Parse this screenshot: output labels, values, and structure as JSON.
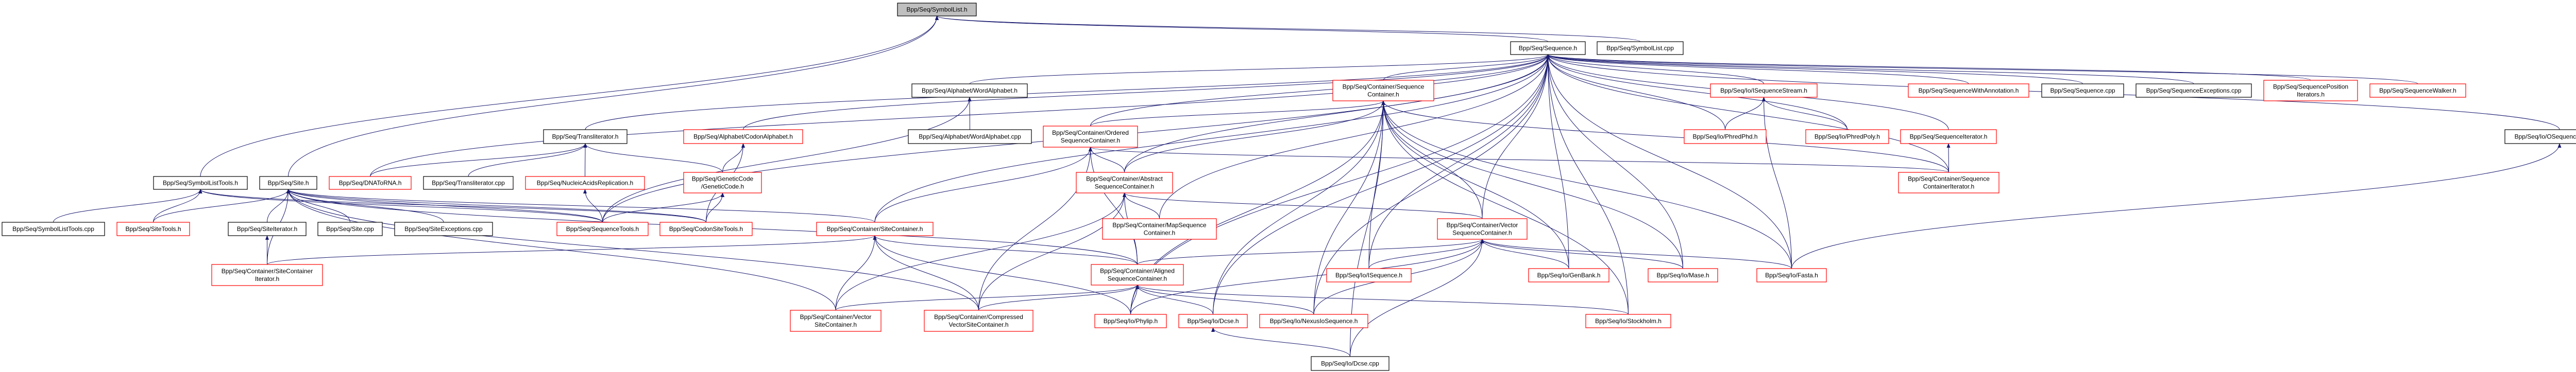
{
  "colors": {
    "edge": "#191970",
    "root_fill": "#bfbfbf",
    "border_default": "#000000",
    "border_truncated": "#ff0000",
    "node_fill": "#ffffff"
  },
  "nodes": [
    {
      "lines": [
        "Bpp/Seq/SymbolList.h"
      ],
      "kind": "root"
    },
    {
      "lines": [
        "Bpp/Seq/Sequence.h"
      ],
      "kind": "normal"
    },
    {
      "lines": [
        "Bpp/Seq/SymbolList.cpp"
      ],
      "kind": "normal"
    },
    {
      "lines": [
        "Bpp/Seq/SymbolListTools.h"
      ],
      "kind": "normal"
    },
    {
      "lines": [
        "Bpp/Seq/Site.h"
      ],
      "kind": "normal"
    },
    {
      "lines": [
        "Bpp/Seq/DNAToRNA.h"
      ],
      "kind": "truncated"
    },
    {
      "lines": [
        "Bpp/Seq/Transliterator.cpp"
      ],
      "kind": "normal"
    },
    {
      "lines": [
        "Bpp/Seq/SymbolListTools.cpp"
      ],
      "kind": "normal"
    },
    {
      "lines": [
        "Bpp/Seq/SiteTools.h"
      ],
      "kind": "truncated"
    },
    {
      "lines": [
        "Bpp/Seq/SiteIterator.h"
      ],
      "kind": "normal"
    },
    {
      "lines": [
        "Bpp/Seq/Site.cpp"
      ],
      "kind": "normal"
    },
    {
      "lines": [
        "Bpp/Seq/SiteExceptions.cpp"
      ],
      "kind": "normal"
    },
    {
      "lines": [
        "Bpp/Seq/Container/SiteContainer",
        "Iterator.h"
      ],
      "kind": "truncated"
    },
    {
      "lines": [
        "Bpp/Seq/Transliterator.h"
      ],
      "kind": "normal"
    },
    {
      "lines": [
        "Bpp/Seq/Alphabet/CodonAlphabet.h"
      ],
      "kind": "truncated"
    },
    {
      "lines": [
        "Bpp/Seq/NucleicAcidsReplication.h"
      ],
      "kind": "truncated"
    },
    {
      "lines": [
        "Bpp/Seq/GeneticCode",
        "/GeneticCode.h"
      ],
      "kind": "truncated"
    },
    {
      "lines": [
        "Bpp/Seq/SequenceTools.h"
      ],
      "kind": "truncated"
    },
    {
      "lines": [
        "Bpp/Seq/CodonSiteTools.h"
      ],
      "kind": "truncated"
    },
    {
      "lines": [
        "Bpp/Seq/Container/SiteContainer.h"
      ],
      "kind": "truncated"
    },
    {
      "lines": [
        "Bpp/Seq/Container/Vector",
        "SiteContainer.h"
      ],
      "kind": "truncated"
    },
    {
      "lines": [
        "Bpp/Seq/Alphabet/WordAlphabet.h"
      ],
      "kind": "normal"
    },
    {
      "lines": [
        "Bpp/Seq/Alphabet/WordAlphabet.cpp"
      ],
      "kind": "normal"
    },
    {
      "lines": [
        "Bpp/Seq/Container/Ordered",
        "SequenceContainer.h"
      ],
      "kind": "truncated"
    },
    {
      "lines": [
        "Bpp/Seq/Container/Abstract",
        "SequenceContainer.h"
      ],
      "kind": "truncated"
    },
    {
      "lines": [
        "Bpp/Seq/Container/MapSequence",
        "Container.h"
      ],
      "kind": "truncated"
    },
    {
      "lines": [
        "Bpp/Seq/Container/Aligned",
        "SequenceContainer.h"
      ],
      "kind": "truncated"
    },
    {
      "lines": [
        "Bpp/Seq/Container/Compressed",
        "VectorSiteContainer.h"
      ],
      "kind": "truncated"
    },
    {
      "lines": [
        "Bpp/Seq/Io/Phylip.h"
      ],
      "kind": "truncated"
    },
    {
      "lines": [
        "Bpp/Seq/Io/Dcse.h"
      ],
      "kind": "truncated"
    },
    {
      "lines": [
        "Bpp/Seq/Io/NexusIoSequence.h"
      ],
      "kind": "truncated"
    },
    {
      "lines": [
        "Bpp/Seq/Container/Sequence",
        "Container.h"
      ],
      "kind": "truncated"
    },
    {
      "lines": [
        "Bpp/Seq/Container/Vector",
        "SequenceContainer.h"
      ],
      "kind": "truncated"
    },
    {
      "lines": [
        "Bpp/Seq/Io/ISequence.h"
      ],
      "kind": "truncated"
    },
    {
      "lines": [
        "Bpp/Seq/Io/GenBank.h"
      ],
      "kind": "truncated"
    },
    {
      "lines": [
        "Bpp/Seq/Io/Mase.h"
      ],
      "kind": "truncated"
    },
    {
      "lines": [
        "Bpp/Seq/Io/Stockholm.h"
      ],
      "kind": "truncated"
    },
    {
      "lines": [
        "Bpp/Seq/Io/Dcse.cpp"
      ],
      "kind": "normal"
    },
    {
      "lines": [
        "Bpp/Seq/Io/ISequenceStream.h"
      ],
      "kind": "truncated"
    },
    {
      "lines": [
        "Bpp/Seq/Io/PhredPhd.h"
      ],
      "kind": "truncated"
    },
    {
      "lines": [
        "Bpp/Seq/Io/PhredPoly.h"
      ],
      "kind": "truncated"
    },
    {
      "lines": [
        "Bpp/Seq/SequenceIterator.h"
      ],
      "kind": "truncated"
    },
    {
      "lines": [
        "Bpp/Seq/Container/Sequence",
        "ContainerIterator.h"
      ],
      "kind": "truncated"
    },
    {
      "lines": [
        "Bpp/Seq/Io/Fasta.h"
      ],
      "kind": "truncated"
    },
    {
      "lines": [
        "Bpp/Seq/SequenceWithAnnotation.h"
      ],
      "kind": "truncated"
    },
    {
      "lines": [
        "Bpp/Seq/Sequence.cpp"
      ],
      "kind": "normal"
    },
    {
      "lines": [
        "Bpp/Seq/SequenceExceptions.cpp"
      ],
      "kind": "normal"
    },
    {
      "lines": [
        "Bpp/Seq/SequencePosition",
        "Iterators.h"
      ],
      "kind": "truncated"
    },
    {
      "lines": [
        "Bpp/Seq/SequenceWalker.h"
      ],
      "kind": "truncated"
    },
    {
      "lines": [
        "Bpp/Seq/Io/OSequenceStream.h"
      ],
      "kind": "normal"
    }
  ],
  "edges": [
    [
      1,
      0
    ],
    [
      2,
      0
    ],
    [
      3,
      0
    ],
    [
      4,
      0
    ],
    [
      5,
      1
    ],
    [
      13,
      1
    ],
    [
      17,
      1
    ],
    [
      21,
      1
    ],
    [
      23,
      1
    ],
    [
      24,
      1
    ],
    [
      25,
      1
    ],
    [
      31,
      1
    ],
    [
      32,
      1
    ],
    [
      33,
      1
    ],
    [
      34,
      1
    ],
    [
      35,
      1
    ],
    [
      36,
      1
    ],
    [
      28,
      1
    ],
    [
      29,
      1
    ],
    [
      43,
      1
    ],
    [
      30,
      1
    ],
    [
      38,
      1
    ],
    [
      39,
      1
    ],
    [
      40,
      1
    ],
    [
      41,
      1
    ],
    [
      44,
      1
    ],
    [
      45,
      1
    ],
    [
      46,
      1
    ],
    [
      47,
      1
    ],
    [
      48,
      1
    ],
    [
      49,
      1
    ],
    [
      42,
      1
    ],
    [
      14,
      1
    ],
    [
      19,
      1
    ],
    [
      8,
      4
    ],
    [
      9,
      4
    ],
    [
      10,
      4
    ],
    [
      11,
      4
    ],
    [
      12,
      4
    ],
    [
      17,
      4
    ],
    [
      18,
      4
    ],
    [
      19,
      4
    ],
    [
      20,
      4
    ],
    [
      27,
      4
    ],
    [
      26,
      4
    ],
    [
      7,
      3
    ],
    [
      8,
      3
    ],
    [
      17,
      3
    ],
    [
      18,
      3
    ],
    [
      5,
      13
    ],
    [
      6,
      13
    ],
    [
      15,
      13
    ],
    [
      16,
      13
    ],
    [
      17,
      15
    ],
    [
      16,
      14
    ],
    [
      18,
      14
    ],
    [
      17,
      16
    ],
    [
      18,
      16
    ],
    [
      12,
      9
    ],
    [
      12,
      19
    ],
    [
      20,
      19
    ],
    [
      27,
      19
    ],
    [
      26,
      19
    ],
    [
      28,
      19
    ],
    [
      22,
      21
    ],
    [
      17,
      21
    ],
    [
      19,
      23
    ],
    [
      24,
      23
    ],
    [
      26,
      23
    ],
    [
      27,
      23
    ],
    [
      42,
      23
    ],
    [
      25,
      24
    ],
    [
      26,
      24
    ],
    [
      32,
      24
    ],
    [
      20,
      24
    ],
    [
      27,
      24
    ],
    [
      20,
      26
    ],
    [
      27,
      26
    ],
    [
      28,
      26
    ],
    [
      29,
      26
    ],
    [
      30,
      26
    ],
    [
      36,
      26
    ],
    [
      23,
      31
    ],
    [
      24,
      31
    ],
    [
      33,
      31
    ],
    [
      28,
      31
    ],
    [
      29,
      31
    ],
    [
      30,
      31
    ],
    [
      34,
      31
    ],
    [
      35,
      31
    ],
    [
      36,
      31
    ],
    [
      43,
      31
    ],
    [
      42,
      31
    ],
    [
      32,
      31
    ],
    [
      37,
      31
    ],
    [
      26,
      32
    ],
    [
      33,
      32
    ],
    [
      30,
      32
    ],
    [
      37,
      32
    ],
    [
      34,
      32
    ],
    [
      35,
      32
    ],
    [
      43,
      32
    ],
    [
      28,
      32
    ],
    [
      39,
      38
    ],
    [
      40,
      38
    ],
    [
      43,
      38
    ],
    [
      42,
      41
    ],
    [
      43,
      49
    ],
    [
      37,
      29
    ]
  ]
}
